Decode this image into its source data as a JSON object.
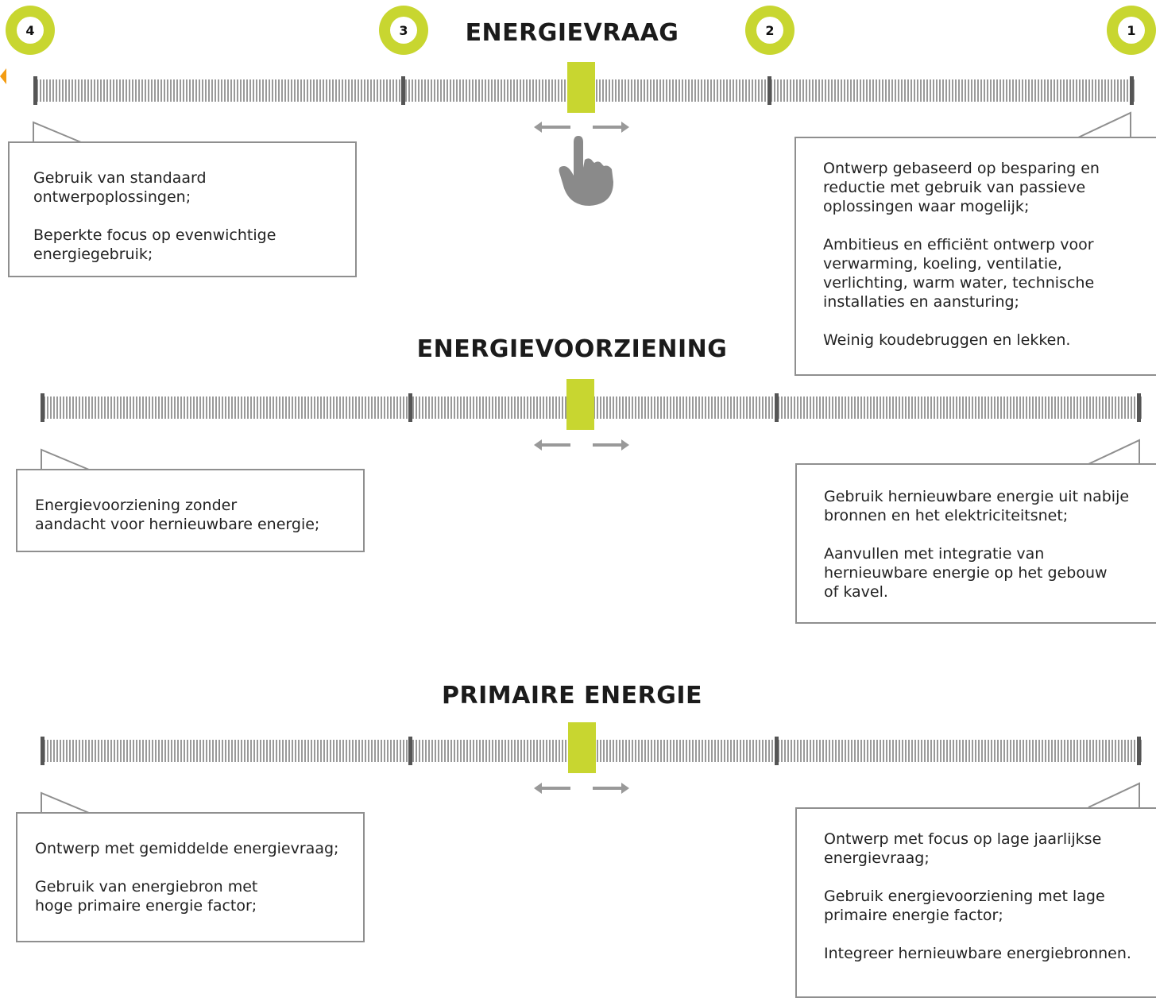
{
  "badges": [
    "4",
    "3",
    "2",
    "1"
  ],
  "colors": {
    "accent": "#c8d630",
    "tick": "#9a9a9a",
    "major_tick": "#555555",
    "border": "#8f8f8f",
    "arrow": "#999999"
  },
  "icons": {
    "hand": "pointing-hand-icon",
    "arrows": "left-right-arrow-icon"
  },
  "sections": [
    {
      "title": "ENERGIEVRAAG",
      "left_box": [
        "Gebruik van standaard\nontwerpoplossingen;",
        "Beperkte focus op evenwichtige\nenergiegebruik;"
      ],
      "right_box": [
        "Ontwerp gebaseerd op besparing en\nreductie met gebruik van passieve\noplossingen waar mogelijk;",
        "Ambitieus en  efficiënt ontwerp voor\nverwarming, koeling, ventilatie,\nverlichting, warm water, technische\ninstallaties en aansturing;",
        "Weinig koudebruggen en lekken."
      ]
    },
    {
      "title": "ENERGIEVOORZIENING",
      "left_box": [
        "Energievoorziening zonder\naandacht voor hernieuwbare energie;"
      ],
      "right_box": [
        "Gebruik hernieuwbare energie uit nabije\nbronnen en het elektriciteitsnet;",
        "Aanvullen met integratie van\nhernieuwbare energie op het gebouw\nof kavel."
      ]
    },
    {
      "title": "PRIMAIRE ENERGIE",
      "left_box": [
        "Ontwerp met gemiddelde energievraag;",
        "Gebruik van energiebron met\nhoge primaire energie factor;"
      ],
      "right_box": [
        "Ontwerp met focus op lage jaarlijkse\nenergievraag;",
        "Gebruik energievoorziening met lage\nprimaire energie factor;",
        "Integreer hernieuwbare energiebronnen."
      ]
    }
  ]
}
